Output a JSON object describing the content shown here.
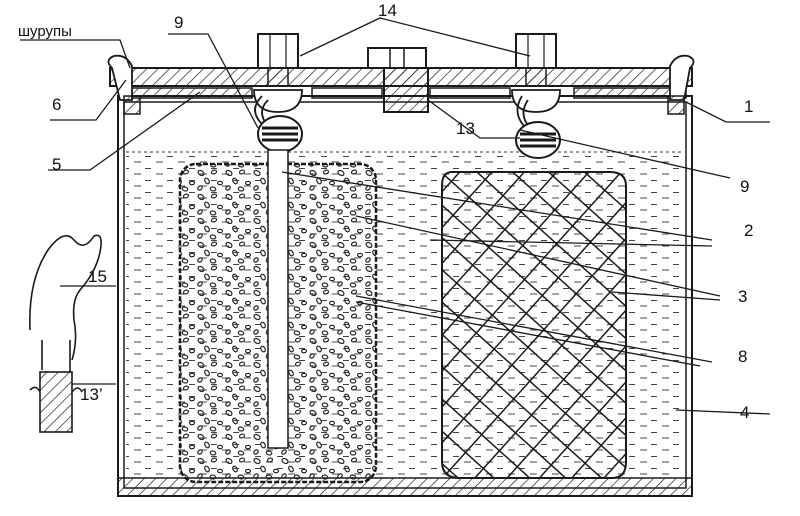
{
  "labels": {
    "screws": "шурупы",
    "n6": "6",
    "n5": "5",
    "n9_top": "9",
    "n14": "14",
    "n13": "13",
    "n1": "1",
    "n9_right": "9",
    "n2": "2",
    "n3": "3",
    "n8": "8",
    "n4": "4",
    "n15": "15",
    "n13_prime": "13’"
  },
  "colors": {
    "ink": "#1a1a1a",
    "paper": "#ffffff",
    "hatch": "#2a2a2a"
  }
}
